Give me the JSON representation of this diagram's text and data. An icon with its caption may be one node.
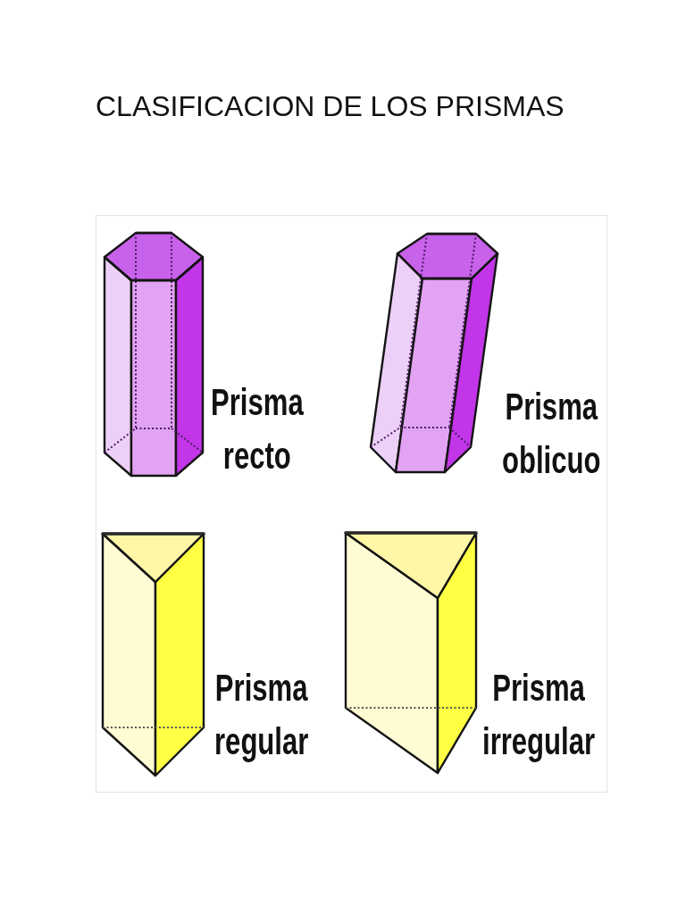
{
  "diagram": {
    "title": "CLASIFICACION DE LOS PRISMAS",
    "labels": [
      "Prisma recto",
      "Prisma oblicuo",
      "Prisma regular",
      "Prisma irregular"
    ]
  }
}
